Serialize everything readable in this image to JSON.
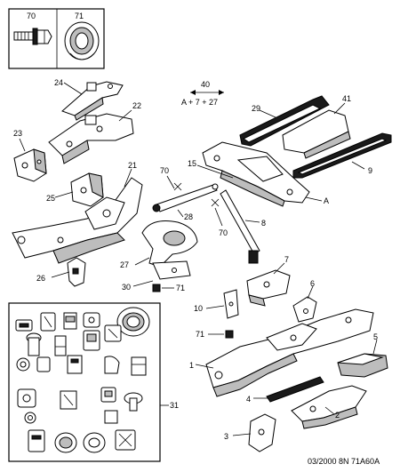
{
  "labels": {
    "l70_box": "70",
    "l71_box": "71",
    "l24": "24",
    "l22": "22",
    "l23": "23",
    "l25": "25",
    "l21": "21",
    "l26": "26",
    "l27": "27",
    "l30": "30",
    "l71a": "71",
    "l40": "40",
    "l40_sub": "A + 7 + 27",
    "l29": "29",
    "l41": "41",
    "l9": "9",
    "l15": "15",
    "l70a": "70",
    "l70b": "70",
    "l28": "28",
    "l8": "8",
    "lA": "A",
    "l7": "7",
    "l6": "6",
    "l10": "10",
    "l71b": "71",
    "l5": "5",
    "l1": "1",
    "l4": "4",
    "l2": "2",
    "l3": "3",
    "l31": "31"
  },
  "footer": {
    "text": "03/2000  8N 71A60A"
  }
}
